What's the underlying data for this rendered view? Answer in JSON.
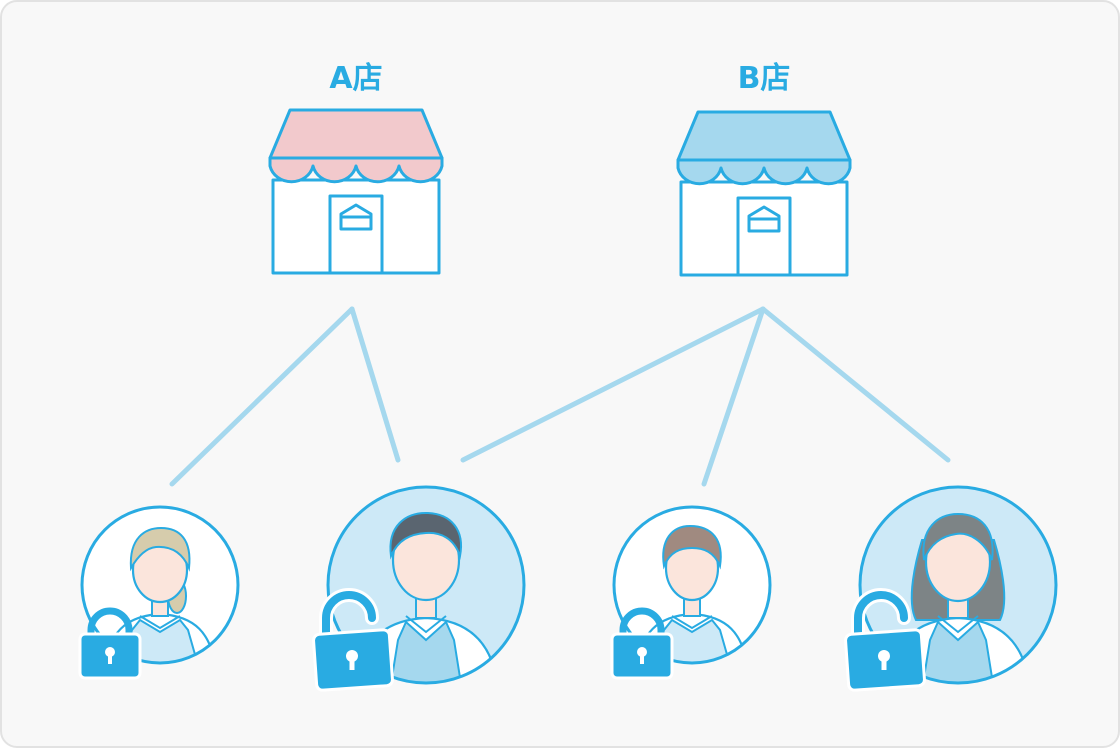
{
  "stores": [
    {
      "id": "A",
      "label": "A店",
      "awning_color": "#f2c9cc"
    },
    {
      "id": "B",
      "label": "B店",
      "awning_color": "#a5d8ee"
    }
  ],
  "staff": [
    {
      "id": "staff-1",
      "hair": "blonde",
      "hair_color": "#d6ccac",
      "lock": "locked",
      "highlighted": false,
      "stores": [
        "A"
      ]
    },
    {
      "id": "staff-2",
      "hair": "short-dark",
      "hair_color": "#5a6570",
      "lock": "unlocked",
      "highlighted": true,
      "stores": [
        "A",
        "B"
      ]
    },
    {
      "id": "staff-3",
      "hair": "brown-curly",
      "hair_color": "#a08a80",
      "lock": "locked",
      "highlighted": false,
      "stores": [
        "B"
      ]
    },
    {
      "id": "staff-4",
      "hair": "long-gray",
      "hair_color": "#7d8486",
      "lock": "unlocked",
      "highlighted": true,
      "stores": [
        "B"
      ]
    }
  ],
  "colors": {
    "stroke": "#29abe2",
    "line": "#a5d8ee",
    "background": "#f8f8f8",
    "skin": "#fbe5dc",
    "highlight_fill": "#cde9f7",
    "lock": "#29abe2"
  }
}
